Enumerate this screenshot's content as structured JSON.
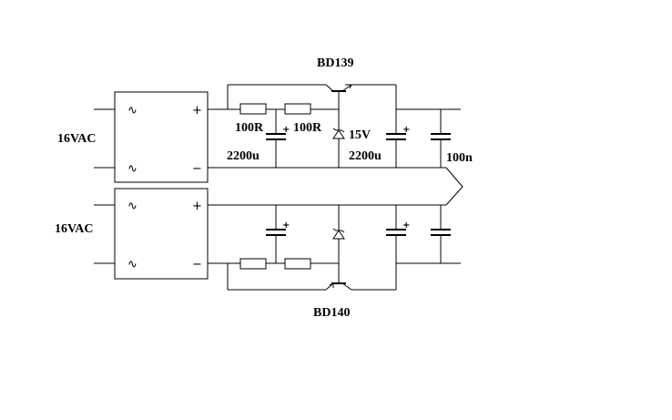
{
  "labels": {
    "vac_top": "16VAC",
    "vac_bottom": "16VAC",
    "transistor_top": "BD139",
    "transistor_bottom": "BD140",
    "res1": "100R",
    "res2": "100R",
    "zener": "15V",
    "cap1": "2200u",
    "cap2": "2200u",
    "cap3": "100n"
  },
  "symbols": {
    "ac": "∿",
    "plus": "+",
    "minus": "−",
    "cap_plus": "+"
  },
  "colors": {
    "line": "#000000",
    "background": "#ffffff"
  }
}
